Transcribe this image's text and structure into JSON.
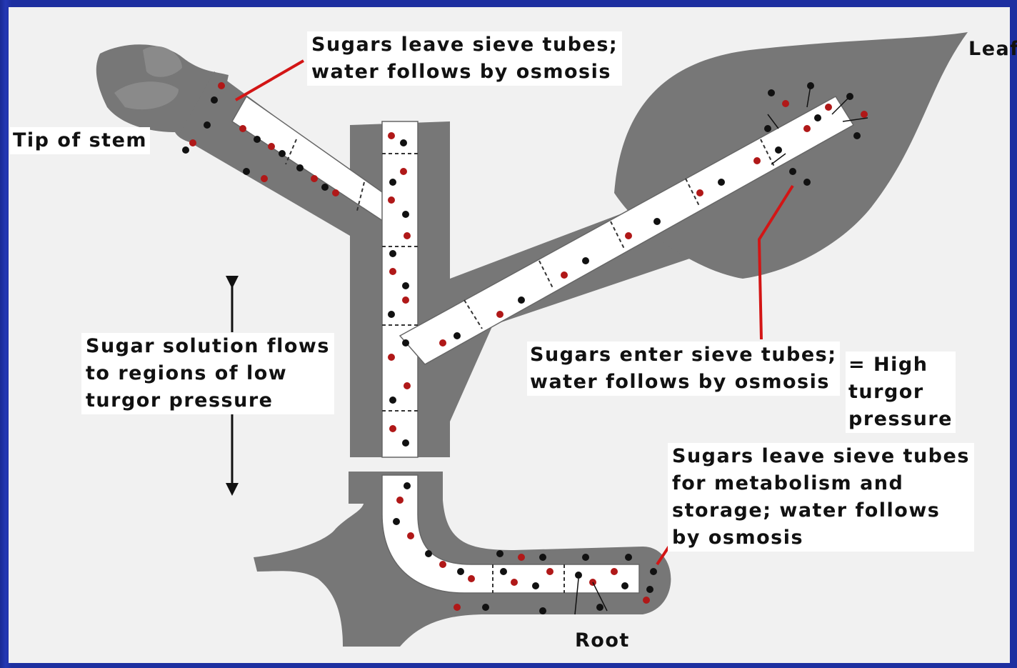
{
  "labels": {
    "tip_of_stem": "Tip of stem",
    "leaf": "Leaf",
    "root": "Root",
    "sugars_leave_top": [
      "Sugars leave sieve tubes;",
      "water follows by osmosis"
    ],
    "sugar_flow": [
      "Sugar solution flows",
      "to regions of low",
      "turgor pressure"
    ],
    "sugars_enter": [
      "Sugars enter sieve tubes;",
      "water follows by osmosis"
    ],
    "high_turgor": [
      "= High",
      "turgor",
      "pressure"
    ],
    "sugars_leave_root": [
      "Sugars leave sieve tubes",
      "for metabolism and",
      "storage; water follows",
      "by osmosis"
    ]
  },
  "colors": {
    "tissue": "#777777",
    "tube": "#ffffff",
    "sugar_dot": "#b01818",
    "water_dot": "#111111",
    "leader_line": "#d31515",
    "background": "#f1f1f1",
    "frame": "#1c2e9c"
  }
}
